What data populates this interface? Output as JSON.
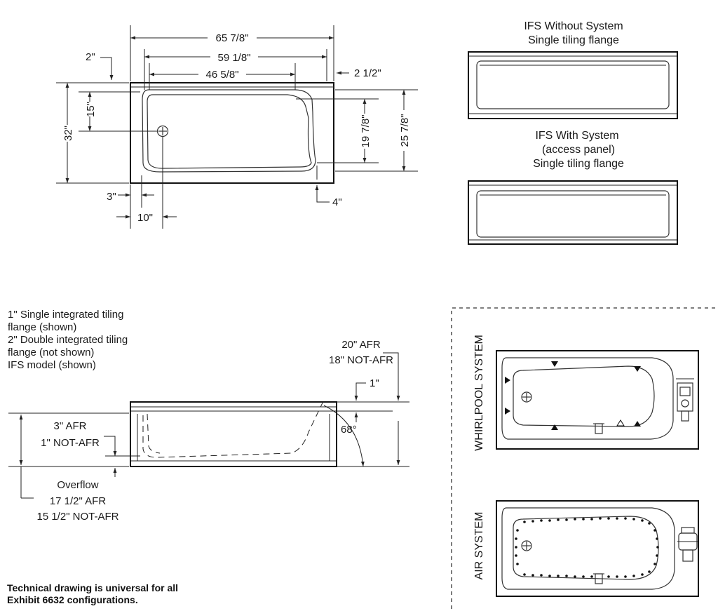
{
  "top_view": {
    "dims": {
      "overall_length": "65 7/8\"",
      "inner_length": "59 1/8\"",
      "bottom_length": "46 5/8\"",
      "left_margin": "2\"",
      "right_margin": "2 1/2\"",
      "drain_offset_y": "15\"",
      "overall_width": "32\"",
      "bottom_width": "19 7/8\"",
      "inner_width": "25 7/8\"",
      "flange_left": "3\"",
      "drain_offset_x": "10\"",
      "flange_front": "4\""
    }
  },
  "ifs_without": {
    "title_line1": "IFS Without System",
    "title_line2": "Single tiling flange"
  },
  "ifs_with": {
    "title_line1": "IFS With System",
    "title_line2": "(access panel)",
    "title_line3": "Single tiling flange"
  },
  "side_view": {
    "flange_notes": [
      "1\" Single integrated tiling",
      "flange (shown)",
      "2\" Double integrated tiling",
      "flange (not shown)",
      "IFS model (shown)"
    ],
    "height_afr": "20\" AFR",
    "height_not_afr": "18\" NOT-AFR",
    "flange_height": "1\"",
    "angle": "68°",
    "floor_afr": "3\" AFR",
    "floor_not_afr": "1\" NOT-AFR",
    "overflow_label": "Overflow",
    "overflow_afr": "17 1/2\" AFR",
    "overflow_not_afr": "15 1/2\" NOT-AFR"
  },
  "systems": {
    "whirlpool_label": "WHIRLPOOL SYSTEM",
    "air_label": "AIR SYSTEM"
  },
  "footer_note": {
    "line1": "Technical drawing is universal for all",
    "line2": "Exhibit 6632 configurations."
  }
}
